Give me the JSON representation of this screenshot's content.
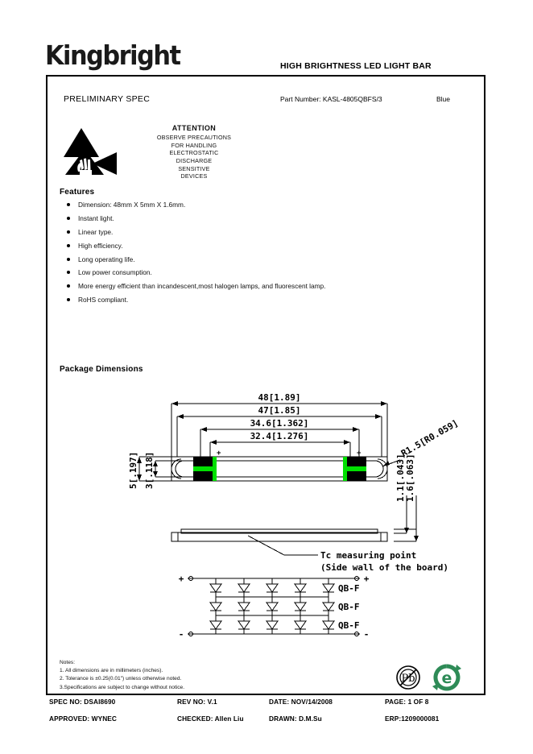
{
  "header": {
    "brand": "Kingbright",
    "doc_title": "HIGH BRIGHTNESS LED LIGHT BAR"
  },
  "spec_bar": {
    "status": "PRELIMINARY SPEC",
    "part_number": "Part Number: KASL-4805QBFS/3",
    "color": "Blue"
  },
  "esd": {
    "icon": "esd-warning-icon",
    "attention": "ATTENTION",
    "line1": "OBSERVE PRECAUTIONS",
    "line2": "FOR HANDLING",
    "line3": "ELECTROSTATIC",
    "line4": "DISCHARGE",
    "line5": "SENSITIVE",
    "line6": "DEVICES"
  },
  "features": {
    "title": "Features",
    "items": [
      "Dimension: 48mm X 5mm X 1.6mm.",
      "Instant light.",
      "Linear type.",
      "High efficiency.",
      "Long operating life.",
      "Low power consumption.",
      "More energy efficient than incandescent,most halogen lamps, and fluorescent lamp.",
      "RoHS compliant."
    ]
  },
  "package": {
    "title": "Package Dimensions",
    "dimensions": {
      "overall_length": "48[1.89]",
      "body_length": "47[1.85]",
      "pad_span_outer": "34.6[1.362]",
      "pad_span_inner": "32.4[1.276]",
      "overall_width": "5[.197]",
      "inner_width": "3[.118]",
      "corner_radius": "R1.5[R0.059]",
      "board_thickness": "1.1[.043]",
      "total_height": "1.6[.063]"
    },
    "callout_line1": "Tc measuring point",
    "callout_line2": "(Side wall of the board)",
    "polarity_plus": "+",
    "polarity_minus": "-",
    "circuit_labels": [
      "QB-F",
      "QB-F",
      "QB-F"
    ],
    "circuit_rows": 3,
    "circuit_columns": 5,
    "colors": {
      "pad_green": "#00e000",
      "pad_black": "#000000",
      "line": "#000000"
    }
  },
  "notes": {
    "heading": "Notes:",
    "items": [
      "1. All dimensions are in millimeters (inches).",
      "2. Tolerance is ±0.25(0.01\") unless otherwise noted.",
      "3.Specifications are subject to change without notice."
    ]
  },
  "certifications": {
    "pb_free": {
      "icon": "pb-free-icon",
      "label": "Pb"
    },
    "eco": {
      "icon": "eco-recycle-icon",
      "label": "e",
      "color": "#2e8b57"
    }
  },
  "footer": {
    "spec_no": "SPEC NO: DSAI8690",
    "rev_no": "REV NO: V.1",
    "date": "DATE: NOV/14/2008",
    "page": "PAGE:  1  OF  8",
    "approved": "APPROVED: WYNEC",
    "checked": "CHECKED: Allen Liu",
    "drawn": "DRAWN: D.M.Su",
    "erp": "ERP:1209000081"
  }
}
